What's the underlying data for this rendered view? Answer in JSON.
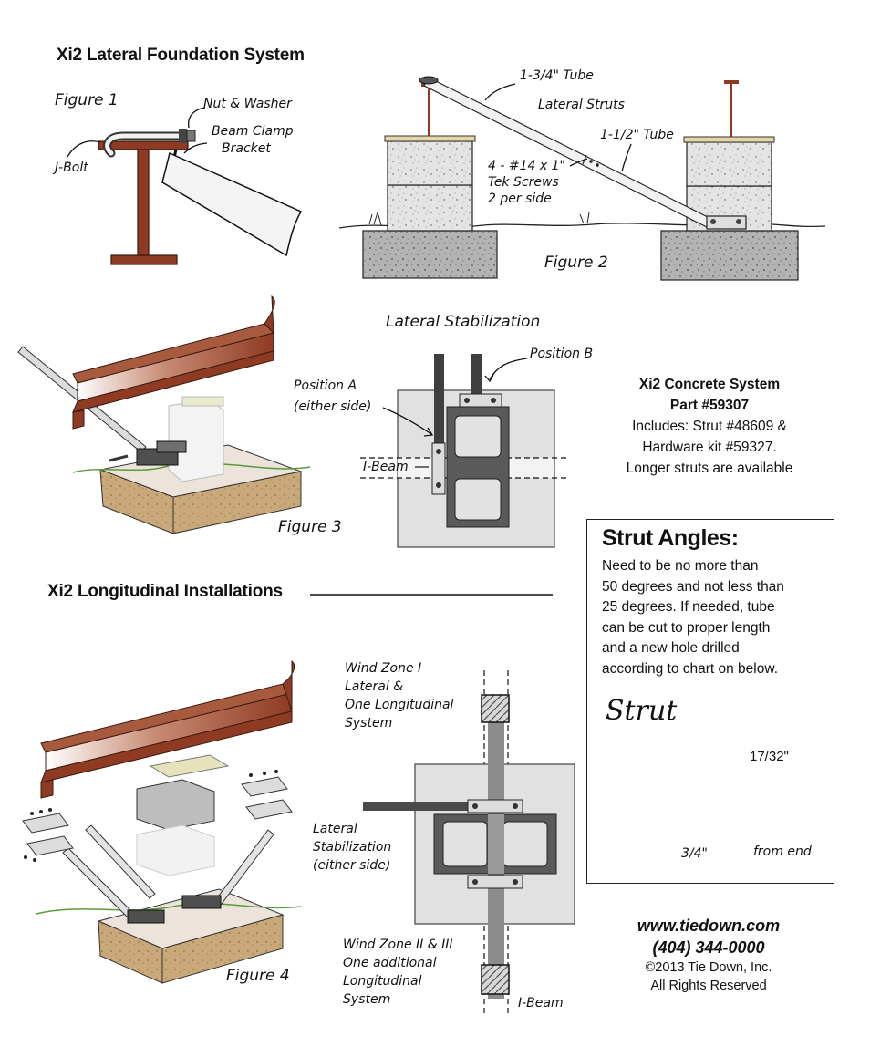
{
  "titles": {
    "lateral_system": "Xi2 Lateral Foundation System",
    "longitudinal": "Xi2 Longitudinal Installations"
  },
  "figure1": {
    "label": "Figure 1",
    "nut_washer": "Nut & Washer",
    "beam_clamp_1": "Beam Clamp",
    "beam_clamp_2": "Bracket",
    "jbolt": "J-Bolt"
  },
  "figure2": {
    "label": "Figure 2",
    "tube_large": "1-3/4\" Tube",
    "lateral_struts": "Lateral Struts",
    "tube_small": "1-1/2\" Tube",
    "screws_1": "4 - #14 x 1\"",
    "screws_2": "Tek Screws",
    "screws_3": "2 per side"
  },
  "figure3": {
    "label": "Figure 3",
    "lateral_stab": "Lateral Stabilization",
    "position_b": "Position B",
    "position_a_1": "Position A",
    "position_a_2": "(either side)",
    "ibeam": "I-Beam"
  },
  "concrete_system": {
    "line1": "Xi2 Concrete System",
    "line2": "Part #59307",
    "line3": "Includes: Strut #48609 &",
    "line4": "Hardware kit #59327.",
    "line5": "Longer struts are available"
  },
  "strut_angles": {
    "title": "Strut Angles:",
    "line1": "Need to be no more than",
    "line2": "50 degrees and not less than",
    "line3": "25 degrees.  If needed, tube",
    "line4": "can be cut to proper length",
    "line5": "and a new hole drilled",
    "line6": "according to chart on below.",
    "strut_title": "Strut",
    "hole_size": "17/32\"",
    "distance": "3/4\"",
    "from_end": "from end"
  },
  "figure4": {
    "label": "Figure 4",
    "wz1_1": "Wind Zone I",
    "wz1_2": "Lateral &",
    "wz1_3": "One Longitudinal",
    "wz1_4": "System",
    "lat_1": "Lateral",
    "lat_2": "Stabilization",
    "lat_3": "(either side)",
    "wz2_1": "Wind Zone II & III",
    "wz2_2": "One additional",
    "wz2_3": "Longitudinal",
    "wz2_4": "System",
    "ibeam": "I-Beam"
  },
  "footer": {
    "website": "www.tiedown.com",
    "phone": "(404) 344-0000",
    "copyright": "©2013 Tie Down, Inc.",
    "rights": "All Rights Reserved"
  },
  "colors": {
    "steel_beam": "#8f3a22",
    "concrete": "#c9c9c9",
    "soil": "#c8a878",
    "grass": "#5a9a3a",
    "bracket": "#5c5c5c"
  }
}
